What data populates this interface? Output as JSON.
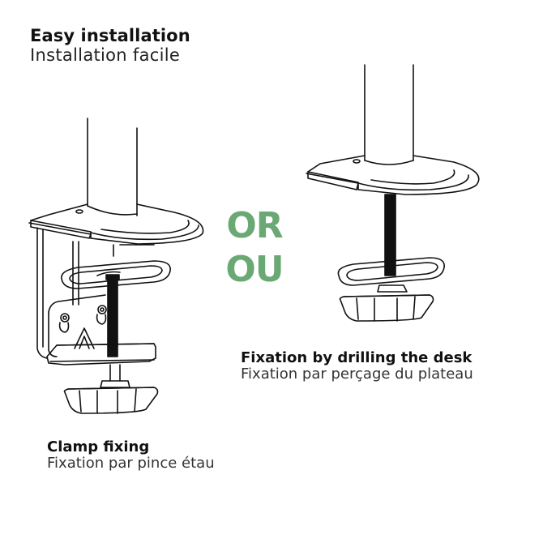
{
  "header": {
    "title_en": "Easy installation",
    "title_fr": "Installation facile"
  },
  "separator": {
    "word_en": "OR",
    "word_fr": "OU",
    "color": "#6aa874"
  },
  "options": [
    {
      "id": "clamp",
      "label_en": "Clamp fixing",
      "label_fr": "Fixation par pince étau",
      "illustration": "desk-clamp-mount-icon"
    },
    {
      "id": "grommet",
      "label_en": "Fixation by drilling the desk",
      "label_fr": "Fixation par perçage du plateau",
      "illustration": "grommet-bolt-mount-icon"
    }
  ],
  "colors": {
    "line": "#111111",
    "background": "#ffffff",
    "accent": "#6aa874"
  }
}
